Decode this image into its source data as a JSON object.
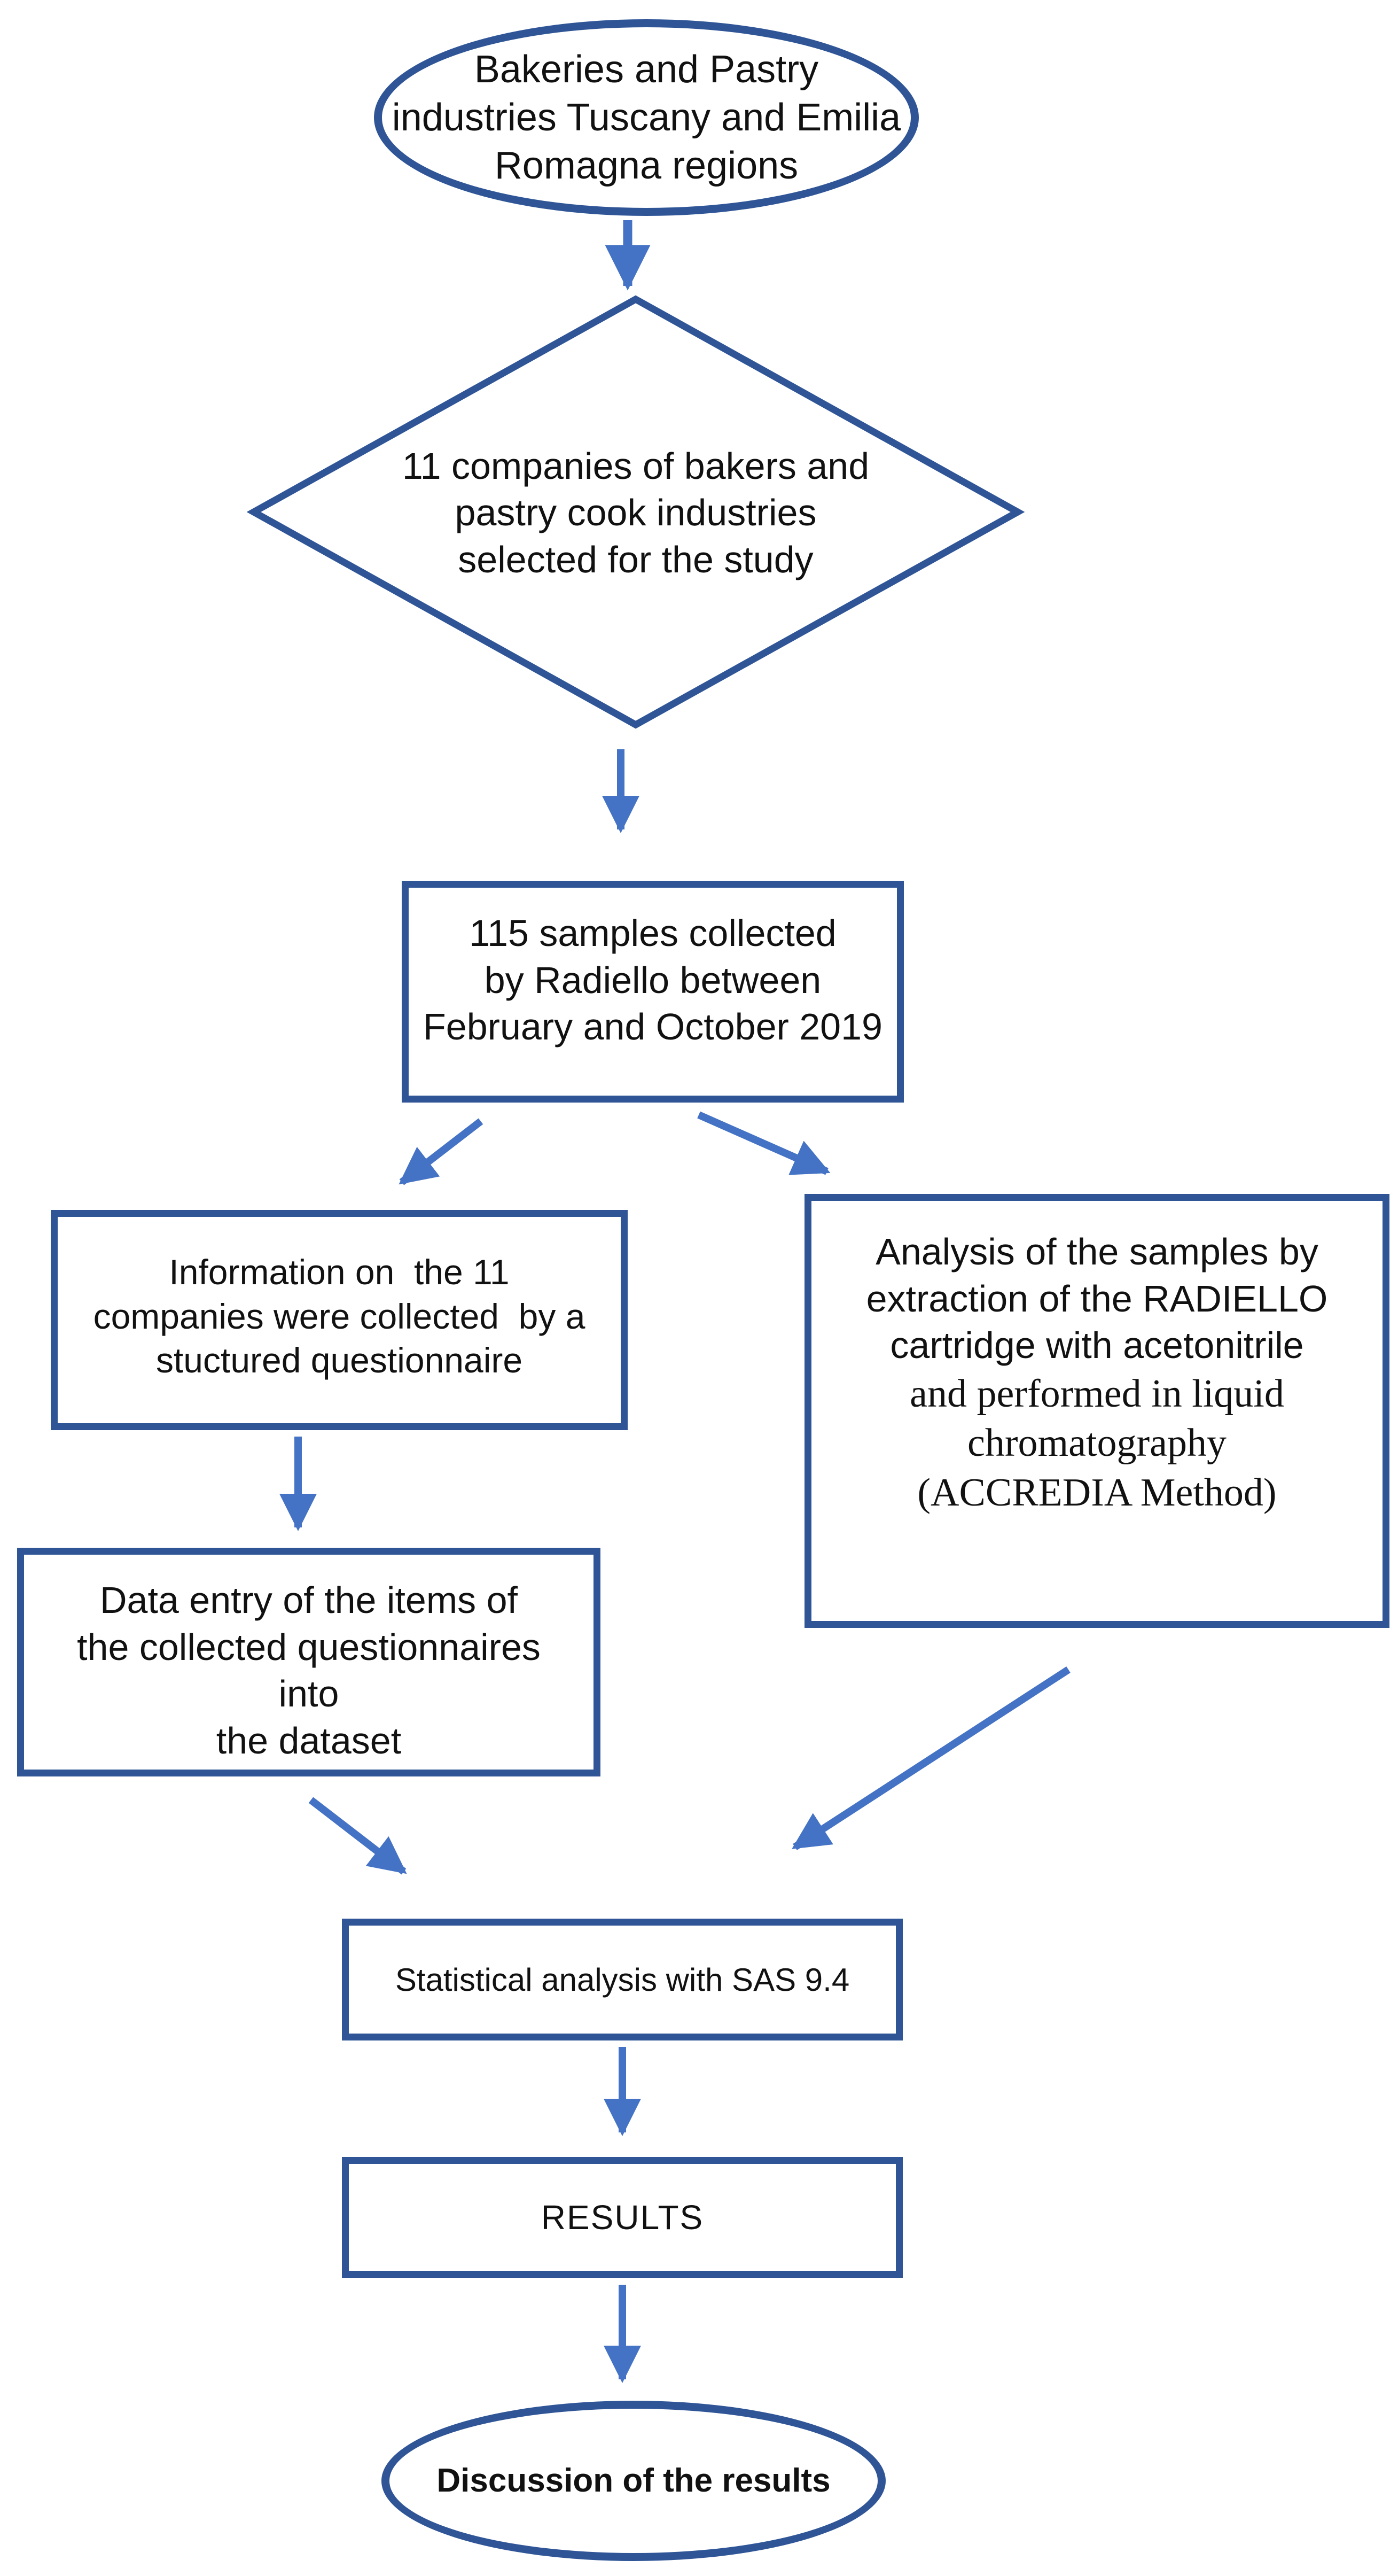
{
  "diagram": {
    "type": "flowchart",
    "description": "Study workflow flowchart"
  },
  "nodes": {
    "start": {
      "text": "Bakeries and Pastry\nindustries Tuscany and Emilia\nRomagna regions"
    },
    "decision": {
      "text": "11 companies of bakers and\npastry cook industries\nselected for the study"
    },
    "samples": {
      "text": "115 samples collected\nby Radiello between\nFebruary and October 2019"
    },
    "questionnaire": {
      "text": "Information on  the 11\ncompanies were collected  by a\nstuctured questionnaire"
    },
    "analysis": {
      "text_sans": "Analysis of the samples by\nextraction of the RADIELLO\ncartridge with acetonitrile",
      "text_serif": "and performed in liquid\nchromatography\n(ACCREDIA Method)"
    },
    "data_entry": {
      "text": "Data entry of the items of\nthe collected questionnaires\ninto\nthe dataset"
    },
    "statistics": {
      "text": "Statistical analysis with SAS 9.4"
    },
    "results": {
      "text": "RESULTS"
    },
    "discussion": {
      "text": "Discussion of the results"
    }
  },
  "colors": {
    "shape_border": "#2f5597",
    "arrow": "#4472c4",
    "text": "#111111",
    "background": "#ffffff"
  }
}
